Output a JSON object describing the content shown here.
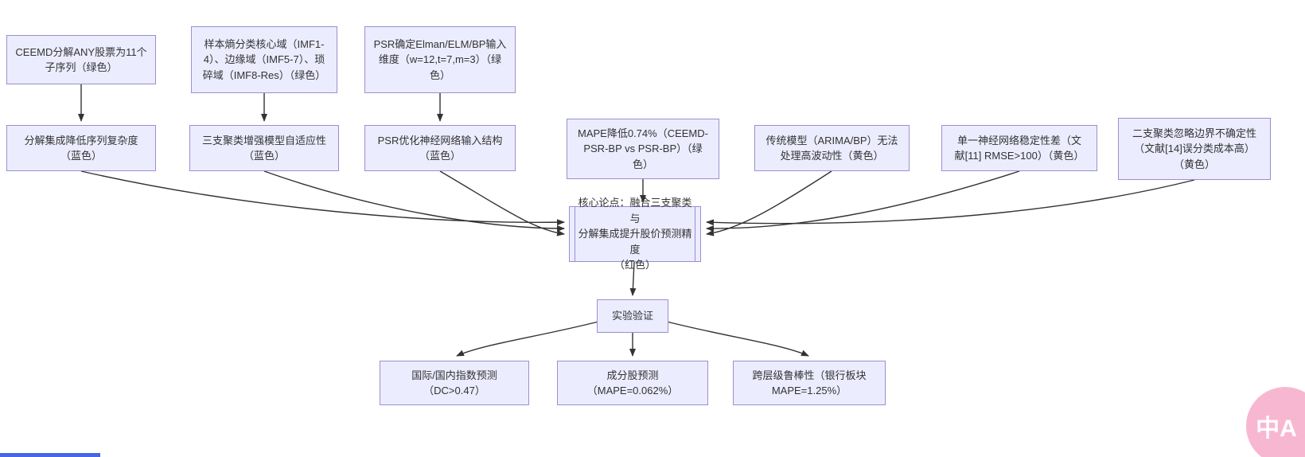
{
  "diagram": {
    "style": {
      "node_fill": "#ECECFF",
      "node_border": "#9A8FD0",
      "text_color": "#333333",
      "edge_color": "#333333",
      "background": "#FFFFFF"
    },
    "nodes": {
      "n1": {
        "text": "CEEMD分解ANY股票为11个\n子序列（绿色）"
      },
      "n2": {
        "text": "样本熵分类核心域（IMF1-\n4）、边缘域（IMF5-7）、琐\n碎域（IMF8-Res）（绿色）"
      },
      "n3": {
        "text": "PSR确定Elman/ELM/BP输入\n维度（w=12,t=7,m=3）（绿\n色）"
      },
      "n4": {
        "text": "分解集成降低序列复杂度\n（蓝色）"
      },
      "n5": {
        "text": "三支聚类增强模型自适应性\n（蓝色）"
      },
      "n6": {
        "text": "PSR优化神经网络输入结构\n（蓝色）"
      },
      "n7": {
        "text": "MAPE降低0.74%（CEEMD-\nPSR-BP vs PSR-BP）（绿\n色）"
      },
      "n8": {
        "text": "传统模型（ARIMA/BP）无法\n处理高波动性（黄色）"
      },
      "n9": {
        "text": "单一神经网络稳定性差（文\n献[11] RMSE>100）（黄色）"
      },
      "n10": {
        "text": "二支聚类忽略边界不确定性\n（文献[14]误分类成本高）\n（黄色）"
      },
      "core": {
        "text": "核心论点：融合三支聚类与\n分解集成提升股价预测精度\n（红色）"
      },
      "exp": {
        "text": "实验验证"
      },
      "b1": {
        "text": "国际/国内指数预测\n（DC>0.47）"
      },
      "b2": {
        "text": "成分股预测\n（MAPE=0.062%）"
      },
      "b3": {
        "text": "跨层级鲁棒性（银行板块\nMAPE=1.25%）"
      }
    }
  },
  "widgets": {
    "translate_label": "中A",
    "translate_color": "#F8B7D0"
  }
}
